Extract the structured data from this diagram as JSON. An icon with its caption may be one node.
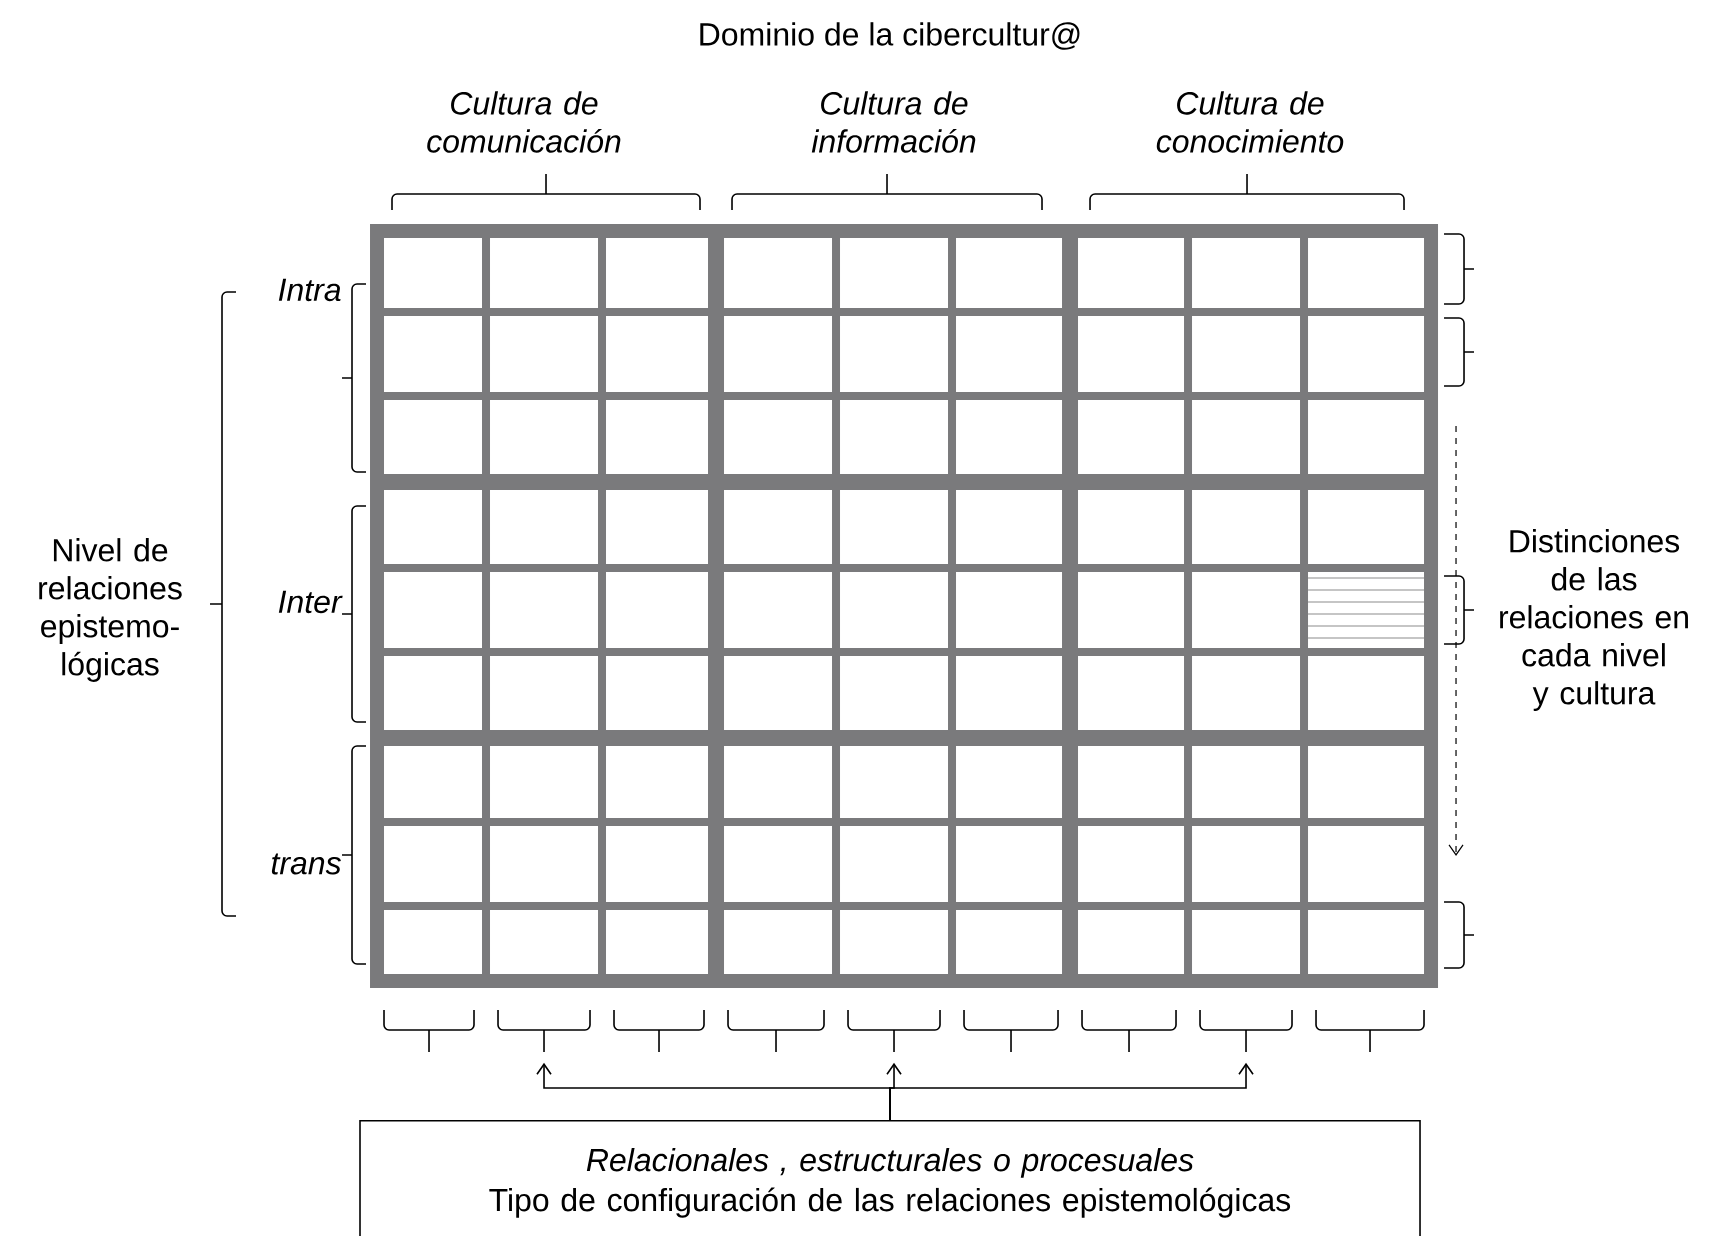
{
  "diagram": {
    "title": "Dominio de la cibercultur@",
    "nodes": [
      {
        "text": [],
        "shape": "brace"
      },
      {
        "text": [],
        "shape": "brace"
      },
      {
        "text": [],
        "shape": "brace"
      },
      {
        "text": [],
        "shape": "brace"
      },
      {
        "text": [],
        "shape": "brace"
      },
      {
        "text": [],
        "shape": "brace"
      },
      {
        "text": [],
        "shape": "brace"
      },
      {
        "text": [],
        "shape": "brace"
      },
      {
        "text": [],
        "shape": "brace"
      },
      {
        "text": [
          "Relacionales , estructurales o procesuales",
          "Tipo de configuración de las relaciones epistemológicas"
        ]
      }
    ],
    "edges": [
      {
        "from": 9,
        "to": 1,
        "arrow": "to"
      },
      {
        "from": 9,
        "to": 4,
        "arrow": "to"
      },
      {
        "from": 9,
        "to": 7,
        "arrow": "to"
      }
    ],
    "labels": [
      "Cultura de comunicación",
      "Cultura de información",
      "Cultura de conocimiento",
      "Intra",
      "Inter",
      "trans",
      "Nivel de relaciones epistemo- lógicas",
      "Distinciones de las relaciones en cada nivel y cultura"
    ]
  }
}
